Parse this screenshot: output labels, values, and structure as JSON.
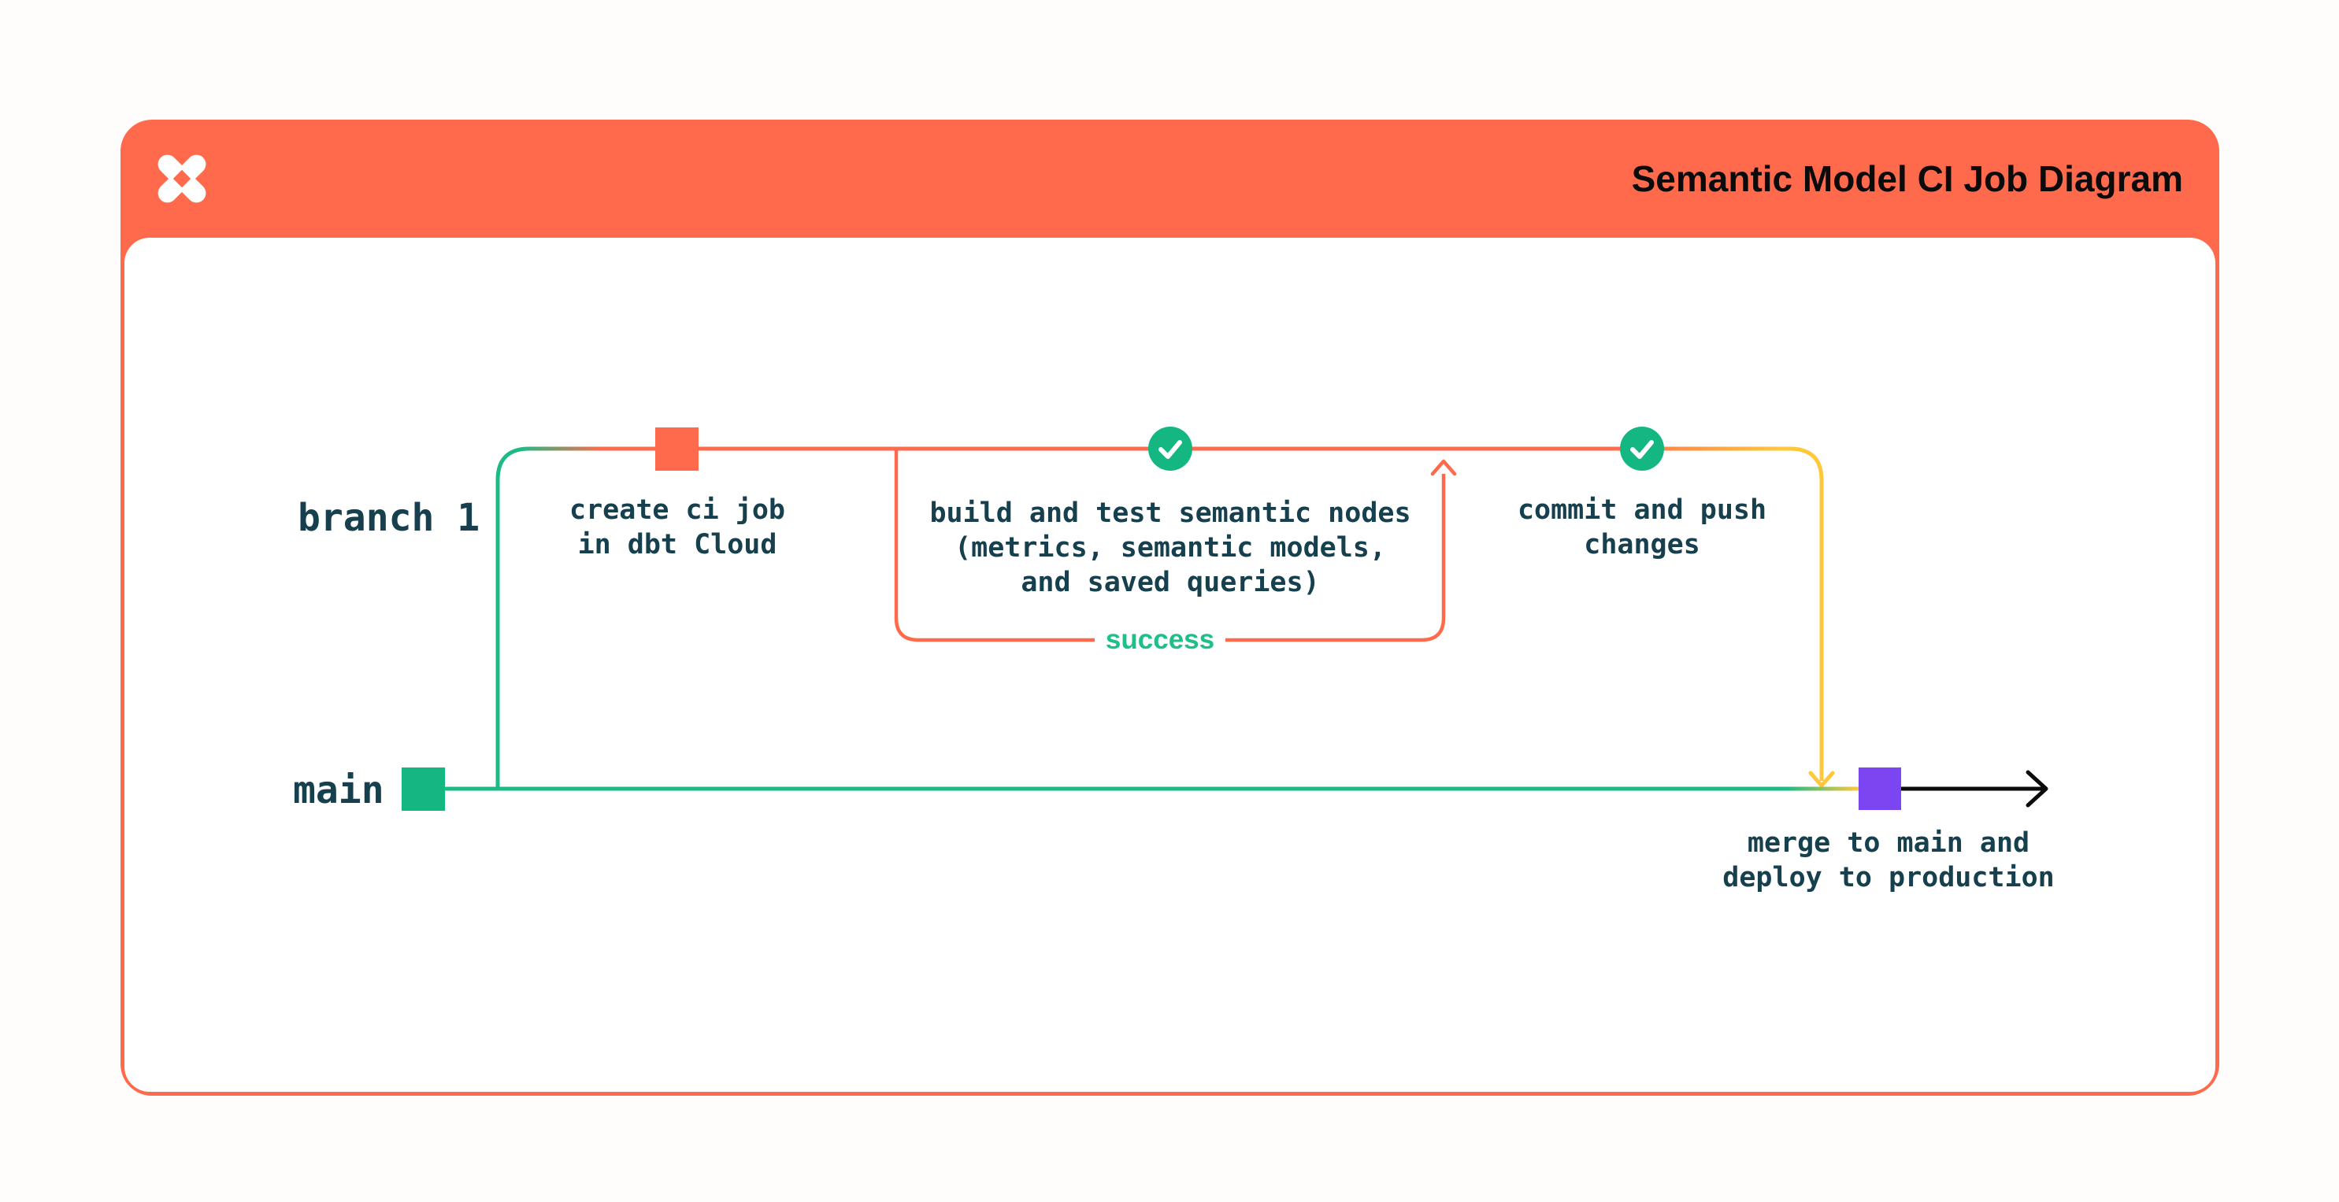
{
  "header": {
    "title": "Semantic Model CI Job Diagram",
    "logo": "dbt-logo"
  },
  "diagram": {
    "branch_label": "branch 1",
    "main_label": "main",
    "create_ci_caption": {
      "lines": [
        "create ci job",
        "in dbt Cloud"
      ]
    },
    "build_test_caption": {
      "lines": [
        "build and test semantic nodes",
        "(metrics, semantic models,",
        "and saved queries)"
      ]
    },
    "success_label": "success",
    "commit_push_caption": {
      "lines": [
        "commit and push",
        "changes"
      ]
    },
    "merge_caption": {
      "lines": [
        "merge to main and",
        "deploy to production"
      ]
    },
    "colors": {
      "orange": "#FF6A4C",
      "green_node": "#14B781",
      "green_line": "#1CBA85",
      "success_green": "#1FBE8A",
      "yellow": "#FFC83A",
      "purple": "#7B45F2",
      "navy_text": "#17404E",
      "arrow_black": "#0B0B0B"
    }
  }
}
